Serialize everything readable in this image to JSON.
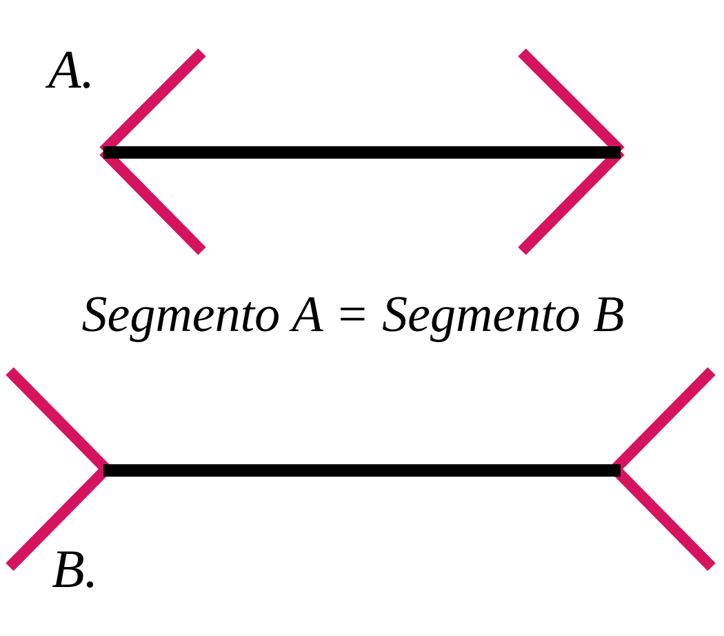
{
  "labels": {
    "a": "A.",
    "b": "B.",
    "caption": "Segmento A = Segmento B"
  },
  "colors": {
    "segment": "#000000",
    "fins": "#d6135f",
    "background": "#ffffff"
  }
}
